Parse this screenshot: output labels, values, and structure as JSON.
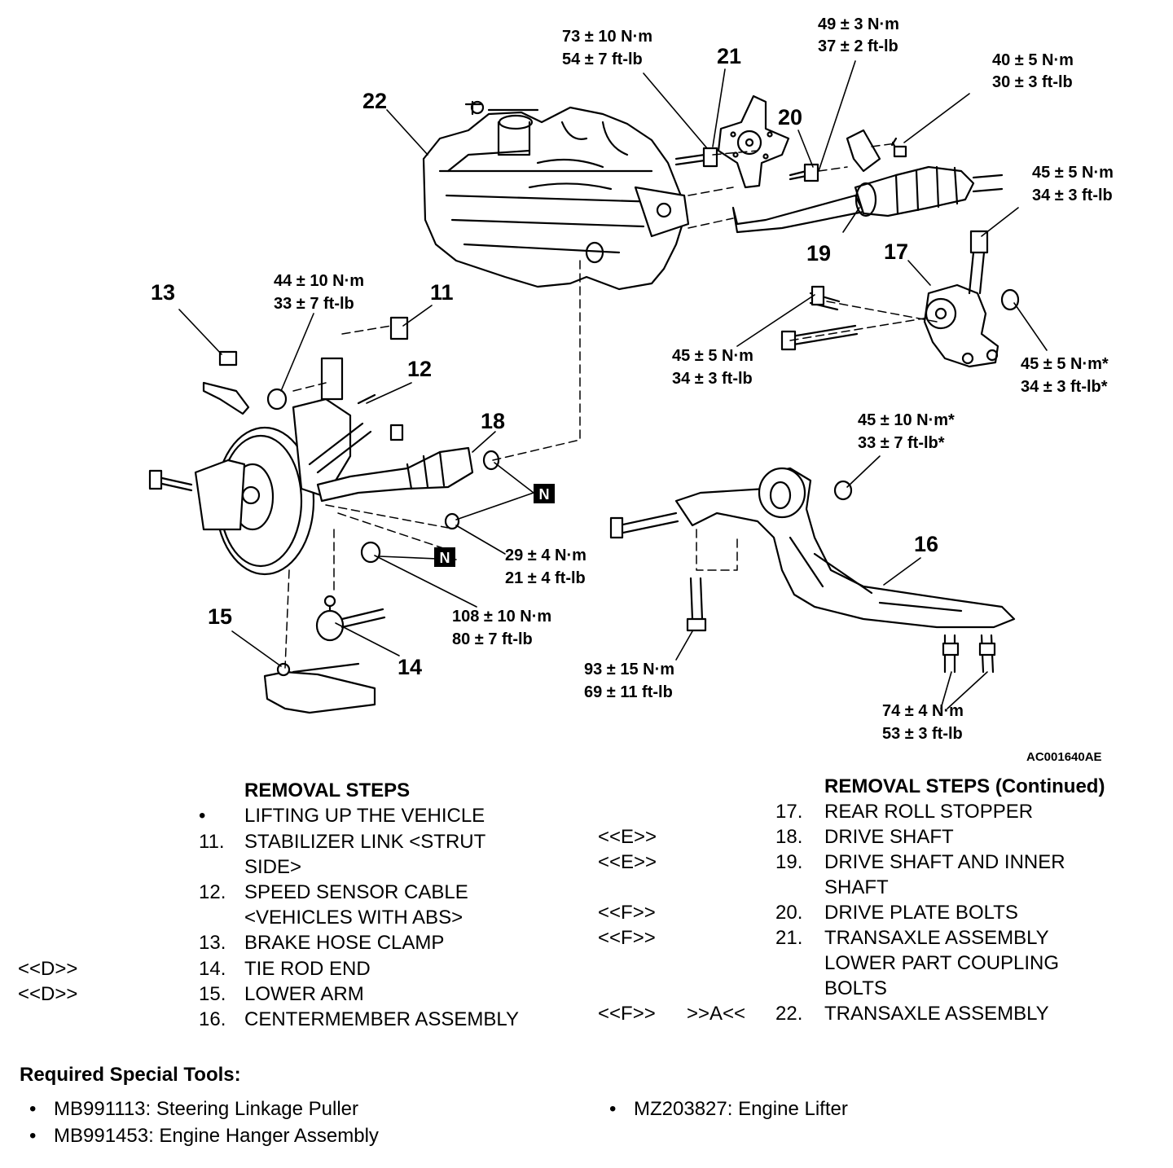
{
  "diagram": {
    "figure_code": "AC001640AE",
    "callouts": [
      "11",
      "12",
      "13",
      "14",
      "15",
      "16",
      "17",
      "18",
      "19",
      "20",
      "21",
      "22"
    ],
    "torques": {
      "t21": {
        "nm": "73 ± 10 N·m",
        "ft": "54 ± 7 ft-lb"
      },
      "t20": {
        "nm": "49 ± 3 N·m",
        "ft": "37 ± 2 ft-lb"
      },
      "t40": {
        "nm": "40 ± 5 N·m",
        "ft": "30 ± 3 ft-lb"
      },
      "t17a": {
        "nm": "45 ± 5 N·m",
        "ft": "34 ± 3 ft-lb"
      },
      "t17b": {
        "nm": "45 ± 5 N·m",
        "ft": "34 ± 3 ft-lb"
      },
      "t17c": {
        "nm": "45 ± 5 N·m*",
        "ft": "34 ± 3 ft-lb*"
      },
      "t11": {
        "nm": "44 ± 10 N·m",
        "ft": "33 ± 7 ft-lb"
      },
      "t16a": {
        "nm": "45 ± 10 N·m*",
        "ft": "33 ± 7 ft-lb*"
      },
      "t29": {
        "nm": "29 ± 4 N·m",
        "ft": "21 ± 4 ft-lb"
      },
      "t108": {
        "nm": "108 ± 10 N·m",
        "ft": "80 ± 7 ft-lb"
      },
      "t93": {
        "nm": "93 ± 15 N·m",
        "ft": "69 ± 11 ft-lb"
      },
      "t74": {
        "nm": "74 ± 4 N·m",
        "ft": "53 ± 3 ft-lb"
      }
    },
    "n_label": "N"
  },
  "removal": {
    "title": "REMOVAL STEPS",
    "bullet": "•",
    "lift": "LIFTING UP THE VEHICLE",
    "steps": [
      {
        "num": "11.",
        "text": "STABILIZER LINK <STRUT",
        "cont": "SIDE>",
        "code": ""
      },
      {
        "num": "12.",
        "text": "SPEED SENSOR CABLE",
        "cont": "<VEHICLES WITH ABS>",
        "code": ""
      },
      {
        "num": "13.",
        "text": "BRAKE HOSE CLAMP",
        "code": ""
      },
      {
        "num": "14.",
        "text": "TIE ROD END",
        "code": "<<D>>"
      },
      {
        "num": "15.",
        "text": "LOWER ARM",
        "code": "<<D>>"
      },
      {
        "num": "16.",
        "text": "CENTERMEMBER ASSEMBLY",
        "code": ""
      }
    ]
  },
  "removal2": {
    "title": "REMOVAL STEPS (Continued)",
    "steps": [
      {
        "num": "17.",
        "text": "REAR ROLL STOPPER",
        "code": "",
        "code2": ""
      },
      {
        "num": "18.",
        "text": "DRIVE SHAFT",
        "code": "<<E>>",
        "code2": ""
      },
      {
        "num": "19.",
        "text": "DRIVE SHAFT AND INNER",
        "cont": "SHAFT",
        "code": "<<E>>",
        "code2": ""
      },
      {
        "num": "20.",
        "text": "DRIVE PLATE BOLTS",
        "code": "<<F>>",
        "code2": ""
      },
      {
        "num": "21.",
        "text": "TRANSAXLE ASSEMBLY",
        "cont": "LOWER PART COUPLING",
        "cont2": "BOLTS",
        "code": "<<F>>",
        "code2": ""
      },
      {
        "num": "22.",
        "text": "TRANSAXLE ASSEMBLY",
        "code": "<<F>>",
        "code2": ">>A<<"
      }
    ]
  },
  "tools": {
    "title": "Required Special Tools:",
    "bullet": "•",
    "items": [
      "MB991113: Steering Linkage Puller",
      "MB991453: Engine Hanger Assembly",
      "MZ203827: Engine Lifter"
    ]
  }
}
